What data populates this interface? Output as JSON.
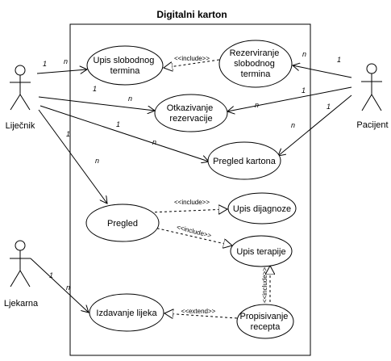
{
  "title": "Digitalni karton",
  "actors": {
    "lijecnik": "Liječnik",
    "pacijent": "Pacijent",
    "ljekarna": "Ljekarna"
  },
  "use_cases": {
    "upis_slobodnog_termina": [
      "Upis slobodnog",
      "termina"
    ],
    "rezerviranje": [
      "Rezerviranje",
      "slobodnog",
      "termina"
    ],
    "otkazivanje": [
      "Otkazivanje",
      "rezervacije"
    ],
    "pregled_kartona": [
      "Pregled kartona"
    ],
    "pregled": [
      "Pregled"
    ],
    "upis_dijagnoze": [
      "Upis dijagnoze"
    ],
    "upis_terapije": [
      "Upis terapije"
    ],
    "izdavanje_lijeka": [
      "Izdavanje lijeka"
    ],
    "propisivanje_recepta": [
      "Propisivanje",
      "recepta"
    ]
  },
  "stereotypes": {
    "include": "<<include>>",
    "extend": "<<extend>>"
  },
  "multiplicities": {
    "one": "1",
    "many": "n"
  }
}
